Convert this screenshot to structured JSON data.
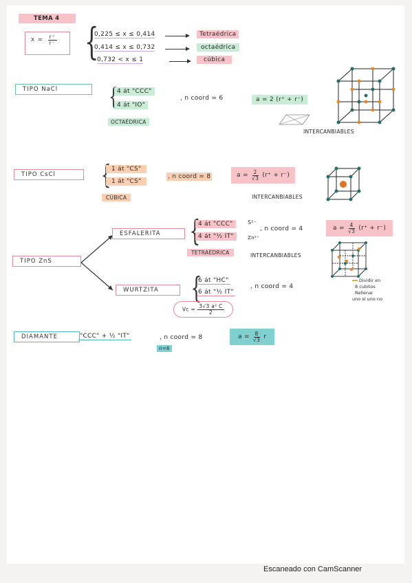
{
  "title": "TEMA 4",
  "ratio": {
    "label": "x =",
    "num": "r⁺",
    "den": "r⁻",
    "rows": [
      {
        "range": "0,225 ≤ x ≤ 0,414",
        "result": "Tetraédrica"
      },
      {
        "range": "0,414 ≤ x ≤ 0,732",
        "result": "octaédrica"
      },
      {
        "range": "0,732 < x ≤ 1",
        "result": "cúbica"
      }
    ]
  },
  "nacl": {
    "label": "TIPO NaCl",
    "lines": [
      "4 át \"CCC\"",
      "4 át \"IO\""
    ],
    "coord": ", n coord = 6",
    "formula": "a = 2 (r⁺ + r⁻)",
    "geometry": "OCTAÉDRICA",
    "note": "INTERCANBIABLES"
  },
  "cscl": {
    "label": "TIPO CsCl",
    "lines": [
      "1 át \"CS\"",
      "1 át \"CS\""
    ],
    "coord": ", n coord = 8",
    "formula_lhs": "a =",
    "formula_num": "2",
    "formula_den": "√3",
    "formula_rhs": "(r⁺ + r⁻)",
    "geometry": "CÚBICA",
    "note": "INTERCANBIABLES"
  },
  "zns": {
    "label": "TIPO ZnS",
    "esfalerita": {
      "label": "ESFALERITA",
      "lines": [
        "4 át \"CCC\"",
        "4 át \"½ IT\""
      ],
      "ion1": "S²⁻",
      "ion2": "Zn²⁺",
      "coord": ", n coord = 4",
      "formula_lhs": "a =",
      "formula_num": "4",
      "formula_den": "√3",
      "formula_rhs": "(r⁺ + r⁻)",
      "geometry": "TETRAÉDRICA",
      "note": "INTERCANBIABLES"
    },
    "wurtzita": {
      "label": "WURTZITA",
      "lines": [
        "6 át \"HC\"",
        "6 át \"½ IT\""
      ],
      "coord": ", n coord = 4",
      "vc_lhs": "Vc =",
      "vc_num": "3√3 a² C",
      "vc_den": "2"
    },
    "side_note": [
      "Dividir en",
      "8 cubitos",
      "Rellenar",
      "uno sí uno no"
    ]
  },
  "diamante": {
    "label": "DIAMANTE",
    "expr": "\"CCC\" + ½ \"IT\"",
    "coord": ", n coord = 8",
    "formula_lhs": "a =",
    "formula_num": "8",
    "formula_den": "√3",
    "formula_rhs": "r",
    "n": "n=8"
  },
  "footer": "Escaneado con CamScanner"
}
